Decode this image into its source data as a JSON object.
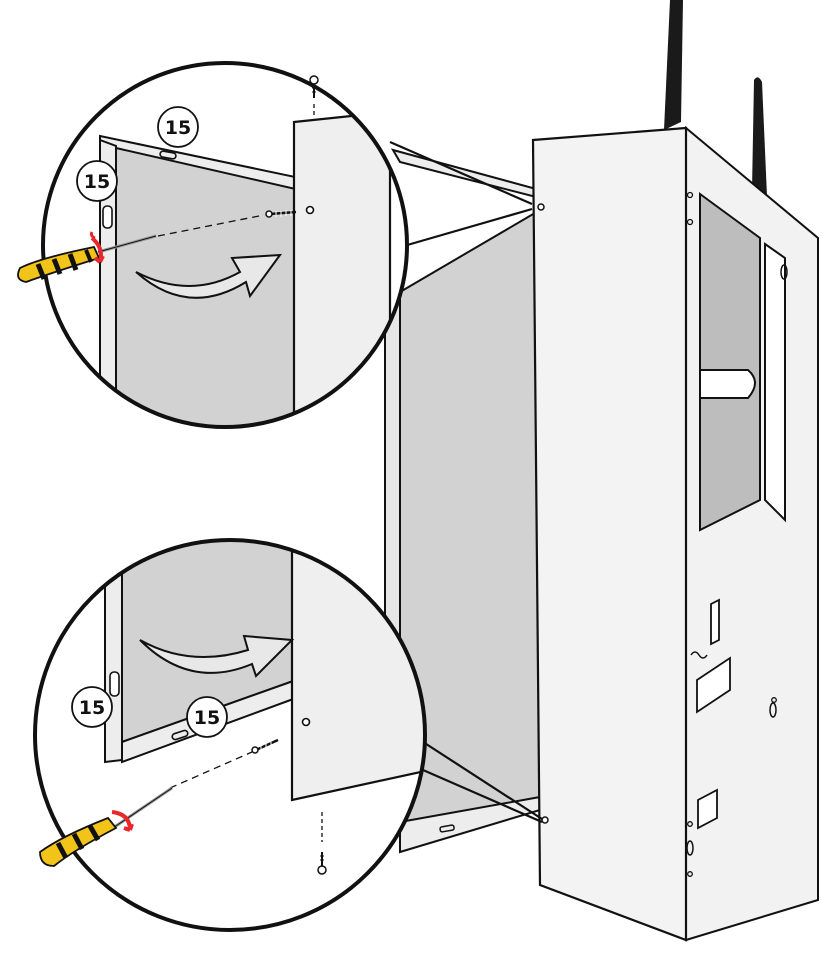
{
  "colors": {
    "outline": "#111111",
    "panel_fill": "#f0f0f0",
    "panel_gray": "#d2d2d2",
    "cutout_gray": "#bdbdbd",
    "arrow_red": "#e8282a",
    "handle_yellow": "#f2c318",
    "handle_black": "#111111",
    "antenna": "#1a1a1a"
  },
  "callouts": {
    "top_back_label": "15",
    "top_left_label": "15",
    "bottom_left_label": "15",
    "bottom_back_label": "15"
  },
  "icons": {
    "top_screwdriver": "screwdriver-icon",
    "bottom_screwdriver": "screwdriver-icon",
    "top_rotation_arrow": "curved-arrow-icon",
    "bottom_rotation_arrow": "curved-arrow-icon",
    "screws": "screw-icon",
    "antennas": "antenna-icon"
  }
}
